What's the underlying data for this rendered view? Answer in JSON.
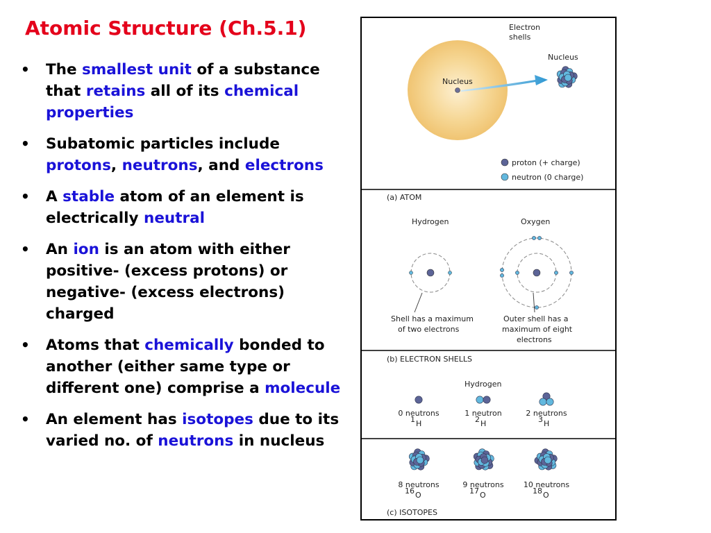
{
  "slide": {
    "title": "Atomic Structure (Ch.5.1)"
  },
  "bullets": [
    [
      {
        "t": "The ",
        "hl": false
      },
      {
        "t": "smallest unit",
        "hl": true
      },
      {
        "t": " of a substance that ",
        "hl": false
      },
      {
        "t": "retains",
        "hl": true
      },
      {
        "t": " all of its ",
        "hl": false
      },
      {
        "t": "chemical properties",
        "hl": true
      }
    ],
    [
      {
        "t": "Subatomic particles include ",
        "hl": false
      },
      {
        "t": "protons",
        "hl": true
      },
      {
        "t": ", ",
        "hl": false
      },
      {
        "t": "neutrons",
        "hl": true
      },
      {
        "t": ", and ",
        "hl": false
      },
      {
        "t": "electrons",
        "hl": true
      }
    ],
    [
      {
        "t": "A ",
        "hl": false
      },
      {
        "t": "stable",
        "hl": true
      },
      {
        "t": " atom of an element is electrically ",
        "hl": false
      },
      {
        "t": "neutral",
        "hl": true
      }
    ],
    [
      {
        "t": "An ",
        "hl": false
      },
      {
        "t": "ion",
        "hl": true
      },
      {
        "t": " is an atom with either positive- (excess protons) or negative- (excess electrons) charged",
        "hl": false
      }
    ],
    [
      {
        "t": "Atoms that ",
        "hl": false
      },
      {
        "t": "chemically",
        "hl": true
      },
      {
        "t": " bonded to another (either same type or different one) comprise a ",
        "hl": false
      },
      {
        "t": "molecule",
        "hl": true
      }
    ],
    [
      {
        "t": "An element has ",
        "hl": false
      },
      {
        "t": "isotopes",
        "hl": true
      },
      {
        "t": " due to its varied no. of ",
        "hl": false
      },
      {
        "t": "neutrons",
        "hl": true
      },
      {
        "t": " in nucleus",
        "hl": false
      }
    ]
  ],
  "colors": {
    "title": "#e4001b",
    "highlight": "#1a12d8",
    "proton": "#5c6497",
    "neutron": "#62b8de",
    "atom_cloud": "#f3c877",
    "arrow": "#3aa0d6"
  },
  "figure": {
    "atom": {
      "label_electron_shells_1": "Electron",
      "label_electron_shells_2": "shells",
      "label_nucleus_small": "Nucleus",
      "label_nucleus_zoom": "Nucleus",
      "legend_proton": "proton (+ charge)",
      "legend_neutron": "neutron (0 charge)",
      "panel": "(a) ATOM"
    },
    "shells": {
      "hydrogen": "Hydrogen",
      "oxygen": "Oxygen",
      "hydrogen_note_1": "Shell has a maximum",
      "hydrogen_note_2": "of two electrons",
      "oxygen_note_1": "Outer shell has a",
      "oxygen_note_2": "maximum of eight",
      "oxygen_note_3": "electrons",
      "panel": "(b) ELECTRON SHELLS"
    },
    "hydrogen_isotopes": {
      "title": "Hydrogen",
      "items": [
        {
          "label": "0 neutrons",
          "mass": "1",
          "symbol": "H"
        },
        {
          "label": "1 neutron",
          "mass": "2",
          "symbol": "H"
        },
        {
          "label": "2 neutrons",
          "mass": "3",
          "symbol": "H"
        }
      ]
    },
    "oxygen_isotopes": {
      "items": [
        {
          "label": "8 neutrons",
          "mass": "16",
          "symbol": "O"
        },
        {
          "label": "9 neutrons",
          "mass": "17",
          "symbol": "O"
        },
        {
          "label": "10 neutrons",
          "mass": "18",
          "symbol": "O"
        }
      ],
      "panel": "(c) ISOTOPES"
    }
  }
}
